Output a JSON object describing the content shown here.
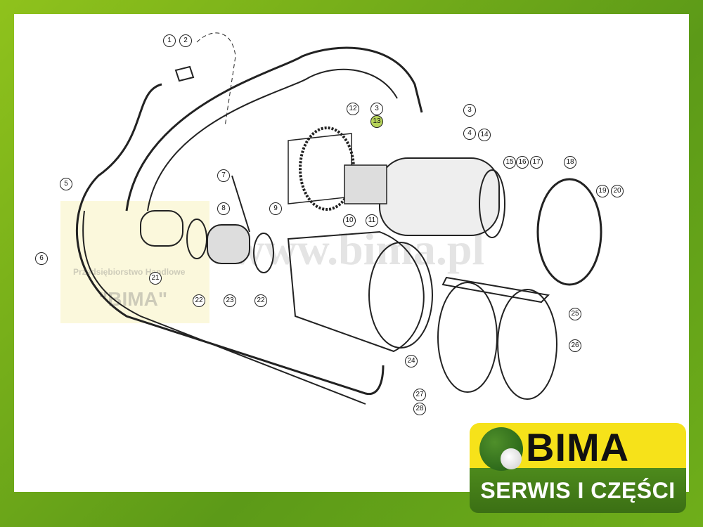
{
  "diagram": {
    "callouts": [
      {
        "label": "1"
      },
      {
        "label": "2"
      },
      {
        "label": "3"
      },
      {
        "label": "13",
        "highlight": true
      },
      {
        "label": "12"
      },
      {
        "label": "3"
      },
      {
        "label": "4"
      },
      {
        "label": "14"
      },
      {
        "label": "15"
      },
      {
        "label": "16"
      },
      {
        "label": "17"
      },
      {
        "label": "18"
      },
      {
        "label": "19"
      },
      {
        "label": "20"
      },
      {
        "label": "5"
      },
      {
        "label": "7"
      },
      {
        "label": "8"
      },
      {
        "label": "9"
      },
      {
        "label": "10"
      },
      {
        "label": "11"
      },
      {
        "label": "6"
      },
      {
        "label": "21"
      },
      {
        "label": "22"
      },
      {
        "label": "23"
      },
      {
        "label": "22"
      },
      {
        "label": "24"
      },
      {
        "label": "25"
      },
      {
        "label": "26"
      },
      {
        "label": "27"
      },
      {
        "label": "28"
      }
    ],
    "highlight_color": "#b6d35a"
  },
  "watermark": {
    "company": "Przedsiębiorstwo Handlowe",
    "name": "\"BIMA\"",
    "url": "www.bima.pl"
  },
  "logo": {
    "brand": "BIMA",
    "tagline": "SERWIS I CZĘŚCI",
    "yellow": "#f6e21a",
    "green": "#4d8a1c"
  }
}
